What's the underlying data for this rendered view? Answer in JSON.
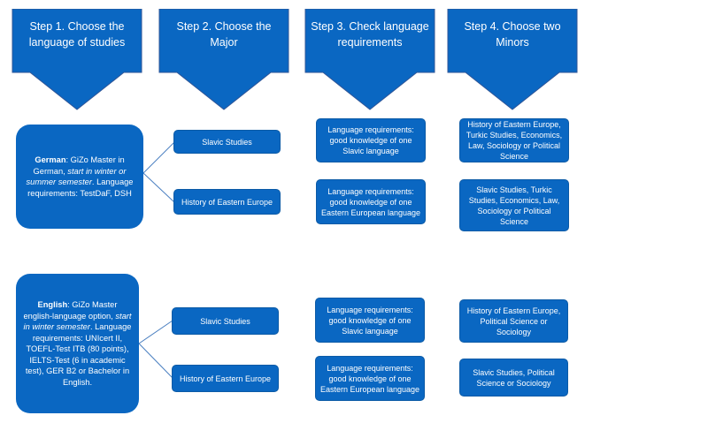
{
  "colors": {
    "primary": "#0a67c2",
    "connector": "#4a7fc1"
  },
  "steps": [
    {
      "label": "Step 1. Choose the language of studies"
    },
    {
      "label": "Step 2. Choose the Major"
    },
    {
      "label": "Step 3. Check language requirements"
    },
    {
      "label": "Step 4. Choose two Minors"
    }
  ],
  "german": {
    "lang": "German",
    "sep": ": ",
    "text1": "GiZo Master in German, ",
    "italic": "start in winter or summer semester",
    "text2": ". Language requirements: TestDaF, DSH",
    "majors": [
      {
        "name": "Slavic Studies",
        "requirement": "Language requirements: good knowledge of one Slavic language",
        "minors": "History of Eastern Europe, Turkic Studies, Economics, Law, Sociology or Political Science"
      },
      {
        "name": "History of Eastern Europe",
        "requirement": "Language requirements: good knowledge of one Eastern European language",
        "minors": "Slavic Studies, Turkic Studies, Economics, Law, Sociology or Political Science"
      }
    ]
  },
  "english": {
    "lang": "English",
    "sep": ": ",
    "text1": "GiZo Master english-language option, ",
    "italic": "start in winter semester",
    "text2": ". Language requirements: UNIcert II, TOEFL-Test ITB (80 points), IELTS-Test (6 in academic test), GER B2 or Bachelor in English.",
    "majors": [
      {
        "name": "Slavic Studies",
        "requirement": "Language requirements: good knowledge of one Slavic language",
        "minors": "History of Eastern Europe, Political Science or Sociology"
      },
      {
        "name": "History of Eastern Europe",
        "requirement": "Language requirements: good knowledge of one Eastern European language",
        "minors": "Slavic Studies, Political Science or Sociology"
      }
    ]
  }
}
